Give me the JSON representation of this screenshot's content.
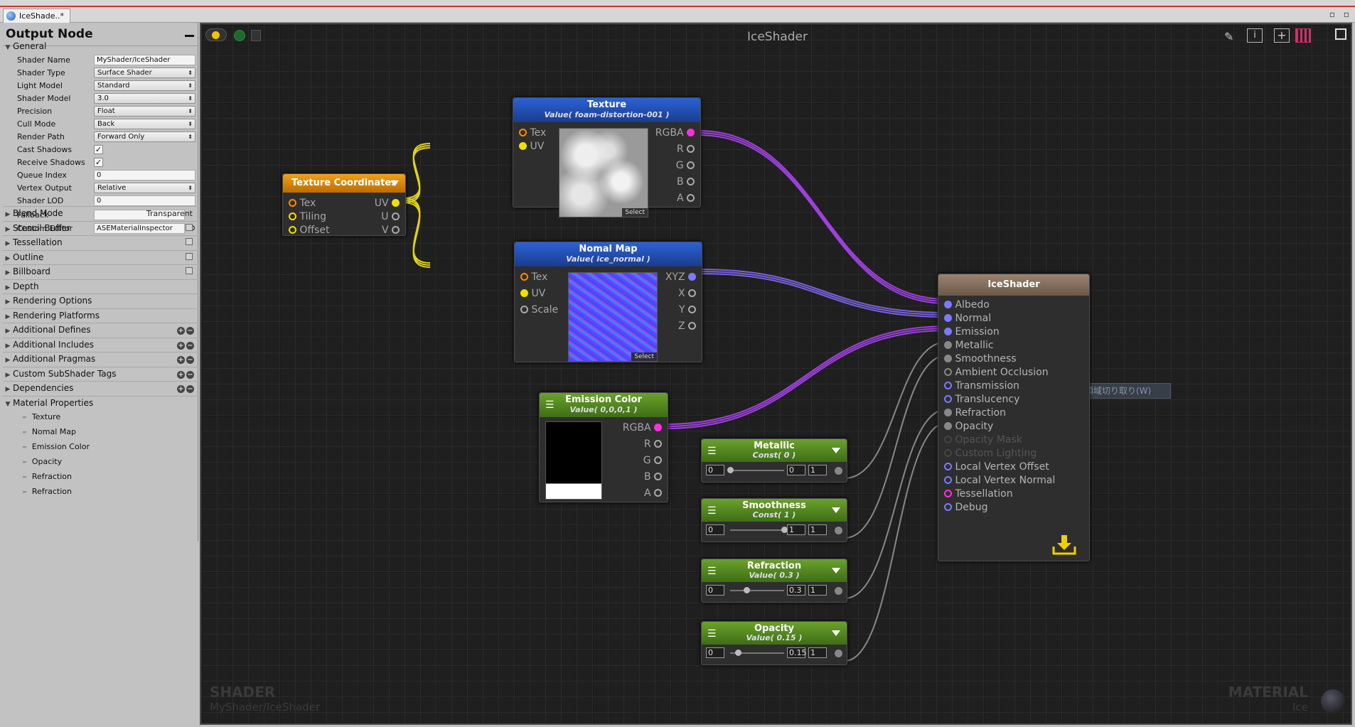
{
  "window": {
    "tab_title": "IceShade..*",
    "buttons": "▫ ▫"
  },
  "left_panel": {
    "title": "Output Node",
    "general": {
      "header": "General",
      "rows": [
        {
          "label": "Shader Name",
          "value": "MyShader/IceShader",
          "kind": "text"
        },
        {
          "label": "Shader Type",
          "value": "Surface Shader",
          "kind": "drop"
        },
        {
          "label": "Light Model",
          "value": "Standard",
          "kind": "drop"
        },
        {
          "label": "Shader Model",
          "value": "3.0",
          "kind": "drop"
        },
        {
          "label": "Precision",
          "value": "Float",
          "kind": "drop"
        },
        {
          "label": "Cull Mode",
          "value": "Back",
          "kind": "drop"
        },
        {
          "label": "Render Path",
          "value": "Forward Only",
          "kind": "drop"
        },
        {
          "label": "Cast Shadows",
          "value": "✓",
          "kind": "check"
        },
        {
          "label": "Receive Shadows",
          "value": "✓",
          "kind": "check"
        },
        {
          "label": "Queue Index",
          "value": "0",
          "kind": "text"
        },
        {
          "label": "Vertex Output",
          "value": "Relative",
          "kind": "drop"
        },
        {
          "label": "Shader LOD",
          "value": "0",
          "kind": "text"
        },
        {
          "label": "Fallback",
          "value": "",
          "kind": "text"
        },
        {
          "label": "Custom Editor",
          "value": "ASEMaterialInspector",
          "kind": "text"
        }
      ]
    },
    "folds": [
      {
        "label": "Blend Mode",
        "extra": "Transparent",
        "kind": "val"
      },
      {
        "label": "Stencil Buffer",
        "kind": "box"
      },
      {
        "label": "Tessellation",
        "kind": "box"
      },
      {
        "label": "Outline",
        "kind": "box"
      },
      {
        "label": "Billboard",
        "kind": "box"
      },
      {
        "label": "Depth",
        "kind": "none"
      },
      {
        "label": "Rendering Options",
        "kind": "none"
      },
      {
        "label": "Rendering Platforms",
        "kind": "none"
      },
      {
        "label": "Additional Defines",
        "kind": "pm"
      },
      {
        "label": "Additional Includes",
        "kind": "pm"
      },
      {
        "label": "Additional Pragmas",
        "kind": "pm"
      },
      {
        "label": "Custom SubShader Tags",
        "kind": "pm"
      },
      {
        "label": "Dependencies",
        "kind": "pm"
      }
    ],
    "material_properties": {
      "header": "Material Properties",
      "items": [
        "Texture",
        "Nomal Map",
        "Emission Color",
        "Opacity",
        "Refraction",
        "Refraction"
      ]
    }
  },
  "canvas": {
    "title": "IceShader",
    "watermark_left": {
      "title": "SHADER",
      "sub": "MyShader/IceShader"
    },
    "watermark_right": {
      "title": "MATERIAL",
      "sub": "Ice"
    },
    "context_hint": "ンドウの領域切り取り(W)"
  },
  "nodes": {
    "texcoord": {
      "title": "Texture Coordinates",
      "inputs": [
        "Tex",
        "Tiling",
        "Offset"
      ],
      "outputs": [
        "UV",
        "U",
        "V"
      ]
    },
    "texture": {
      "title": "Texture",
      "sub": "Value( foam-distortion-001 )",
      "inputs": [
        "Tex",
        "UV"
      ],
      "outputs": [
        "RGBA",
        "R",
        "G",
        "B",
        "A"
      ],
      "select": "Select"
    },
    "normal": {
      "title": "Nomal Map",
      "sub": "Value( ice_normal )",
      "inputs": [
        "Tex",
        "UV",
        "Scale"
      ],
      "outputs": [
        "XYZ",
        "X",
        "Y",
        "Z"
      ],
      "select": "Select"
    },
    "emission": {
      "title": "Emission Color",
      "sub": "Value( 0,0,0,1 )",
      "outputs": [
        "RGBA",
        "R",
        "G",
        "B",
        "A"
      ]
    },
    "metallic": {
      "title": "Metallic",
      "sub": "Const( 0 )",
      "min": "0",
      "val": "0",
      "max": "1",
      "level": 0
    },
    "smoothness": {
      "title": "Smoothness",
      "sub": "Const( 1 )",
      "min": "0",
      "val": "1",
      "max": "1",
      "level": 1
    },
    "refraction": {
      "title": "Refraction",
      "sub": "Value( 0.3 )",
      "min": "0",
      "val": "0.3",
      "max": "1",
      "level": 0.3
    },
    "opacity": {
      "title": "Opacity",
      "sub": "Value( 0.15 )",
      "min": "0",
      "val": "0.15",
      "max": "1",
      "level": 0.15
    },
    "output": {
      "title": "IceShader",
      "inputs": [
        "Albedo",
        "Normal",
        "Emission",
        "Metallic",
        "Smoothness",
        "Ambient Occlusion",
        "Transmission",
        "Translucency",
        "Refraction",
        "Opacity",
        "Opacity Mask",
        "Custom Lighting",
        "Local Vertex Offset",
        "Local Vertex Normal",
        "Tessellation",
        "Debug"
      ]
    }
  },
  "colors": {
    "wire_color": "#a040e0",
    "wire_vec": "#7a60e0",
    "wire_uv": "#e0d21a",
    "wire_float": "#888888",
    "port_pink": "#ff2fe0",
    "port_yellow": "#f0e000",
    "port_blue": "#7a7aff",
    "port_orange": "#ff8a00"
  }
}
